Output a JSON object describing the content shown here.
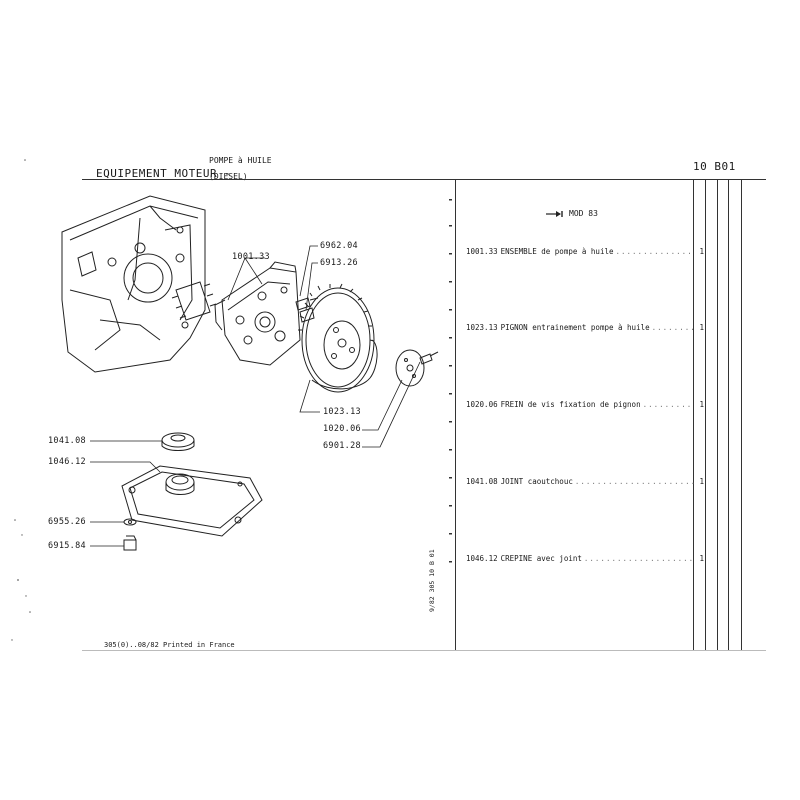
{
  "header": {
    "section_title": "EQUIPEMENT MOTEUR -",
    "subtitle_line1": "POMPE à HUILE",
    "subtitle_line2": "(DIESEL)",
    "page_code": "10 B01"
  },
  "model_marker": {
    "arrow_icon": "right-arrow-stop-icon",
    "label": "MOD 83"
  },
  "parts": [
    {
      "ref": "1001.33",
      "description": "ENSEMBLE de pompe à huile",
      "qty": "1"
    },
    {
      "ref": "1023.13",
      "description": "PIGNON entrainement pompe à huile",
      "qty": "1"
    },
    {
      "ref": "1020.06",
      "description": "FREIN de vis fixation de pignon",
      "qty": "1"
    },
    {
      "ref": "1041.08",
      "description": "JOINT caoutchouc",
      "qty": "1"
    },
    {
      "ref": "1046.12",
      "description": "CREPINE avec joint",
      "qty": "1"
    }
  ],
  "callouts": {
    "c1001_33": "1001.33",
    "c6962_04": "6962.04",
    "c6913_26": "6913.26",
    "c1023_13": "1023.13",
    "c1020_06": "1020.06",
    "c6901_28": "6901.28",
    "c1041_08": "1041.08",
    "c1046_12": "1046.12",
    "c6955_26": "6955.26",
    "c6915_84": "6915.84"
  },
  "vertical_stamp": "9/82 305 10 B 01",
  "footer": "305(0)..08/82 Printed in France"
}
